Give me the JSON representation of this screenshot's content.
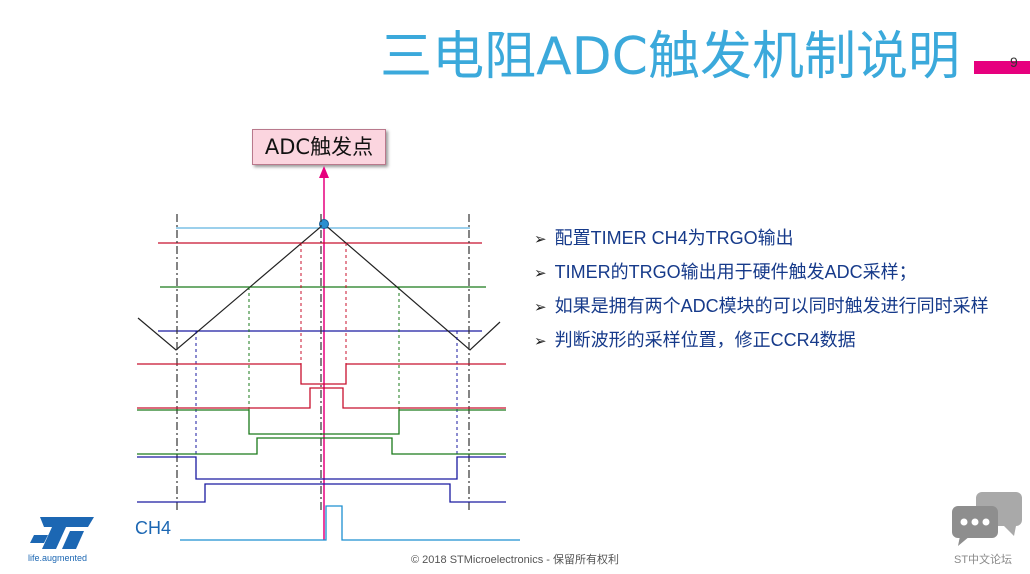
{
  "title": "三电阻ADC触发机制说明",
  "page_number": "9",
  "trigger_label": "ADC触发点",
  "channel_label": "CH4",
  "bullets": [
    "配置TIMER CH4为TRGO输出",
    "TIMER的TRGO输出用于硬件触发ADC采样；",
    "如果是拥有两个ADC模块的可以同时触发进行同时采样",
    "判断波形的采样位置，修正CCR4数据"
  ],
  "logo_tagline": "life.augmented",
  "footer": "© 2018 STMicroelectronics - 保留所有权利",
  "forum": "ST中文论坛",
  "colors": {
    "title": "#3ba9db",
    "accent": "#e6007e",
    "red_phase": "#c8102e",
    "green_phase": "#1a7a1a",
    "blue_phase": "#1a1aa0",
    "ch4": "#1c8fd1",
    "bullet_text": "#163a8a"
  }
}
